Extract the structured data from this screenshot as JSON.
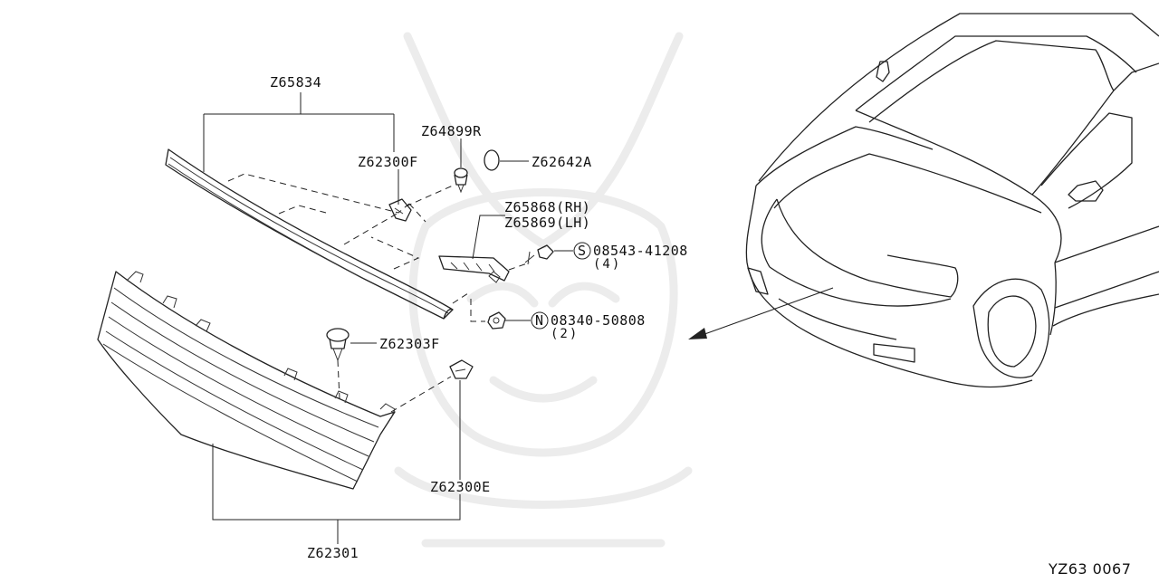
{
  "diagram": {
    "labels": {
      "upper_grille": "Z65834",
      "clip_upper_left": "Z62300F",
      "screw_top": "Z64899R",
      "cap": "Z62642A",
      "bracket_rh": "Z65868(RH)",
      "bracket_lh": "Z65869(LH)",
      "screw_s": "08543-41208",
      "screw_s_qty": "(4)",
      "nut_n": "08340-50808",
      "nut_n_qty": "(2)",
      "clip_mid": "Z62303F",
      "clip_lower_right": "Z62300E",
      "lower_grille": "Z62301",
      "figure_code": "YZ63 0067"
    },
    "symbols": {
      "screw_mark": "S",
      "nut_mark": "N"
    }
  }
}
